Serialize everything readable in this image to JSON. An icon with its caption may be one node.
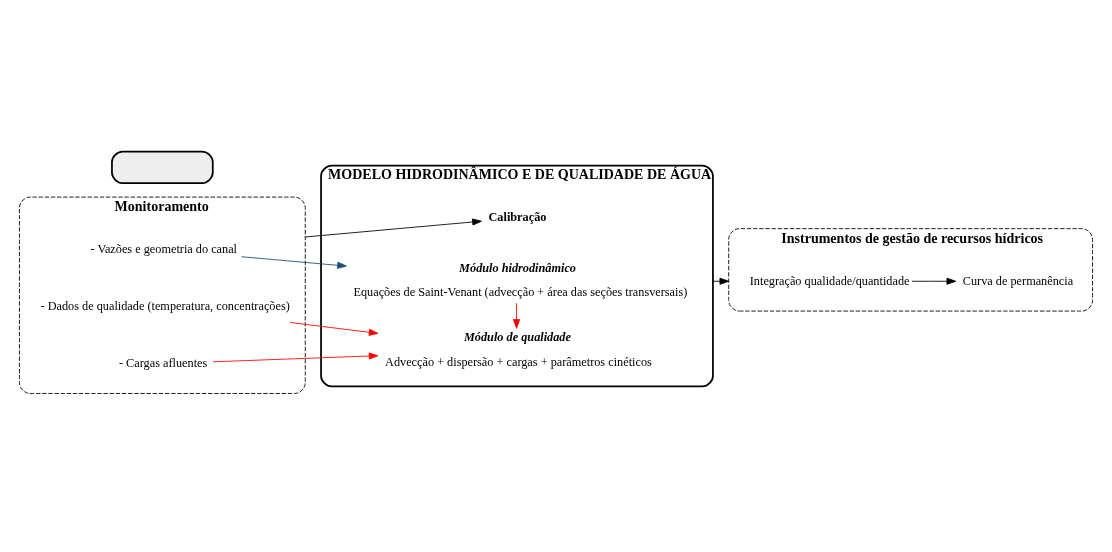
{
  "diagram": {
    "nodes": [
      {
        "text": [
          "Monitoramento"
        ]
      },
      {
        "text": [
          "- Vazões e geometria do canal"
        ],
        "in": 0
      },
      {
        "text": [
          "- Dados de qualidade (temperatura, concentrações)"
        ],
        "in": 0
      },
      {
        "text": [
          "- Cargas afluentes"
        ],
        "in": 0
      },
      {
        "text": [
          "MODELO HIDRODINÂMICO E DE QUALIDADE DE ÁGUA"
        ]
      },
      {
        "text": [],
        "shape": "box"
      },
      {
        "text": [
          "Módulo hidrodinâmico",
          "Equações de Saint-Venant (advecção + área das seções transversais)"
        ],
        "in": 4
      },
      {
        "text": [
          "Módulo de qualidade",
          "Advecção + dispersão + cargas + parâmetros cinéticos"
        ],
        "in": 4
      },
      {
        "text": [
          "Calibração"
        ],
        "in": 4
      },
      {
        "text": [
          "Instrumentos de gestão de recursos hídricos"
        ]
      },
      {
        "text": [
          "Integração qualidade/quantidade"
        ],
        "in": 9
      },
      {
        "text": [
          "Curva de permanência"
        ],
        "in": 9
      }
    ],
    "edges": [
      {
        "from": 1,
        "to": 6,
        "arrow": "to",
        "color": "#1f4e79"
      },
      {
        "from": 2,
        "to": 7,
        "arrow": "to",
        "color": "#ff0000"
      },
      {
        "from": 3,
        "to": 7,
        "arrow": "to",
        "color": "#ff0000"
      },
      {
        "from": 6,
        "to": 7,
        "arrow": "to",
        "color": "#ff0000"
      },
      {
        "from": 0,
        "to": 8,
        "arrow": "to",
        "color": "#000000"
      },
      {
        "from": 4,
        "to": 9,
        "arrow": "to",
        "color": "#000000"
      },
      {
        "from": 10,
        "to": 11,
        "arrow": "to",
        "color": "#000000"
      }
    ]
  }
}
